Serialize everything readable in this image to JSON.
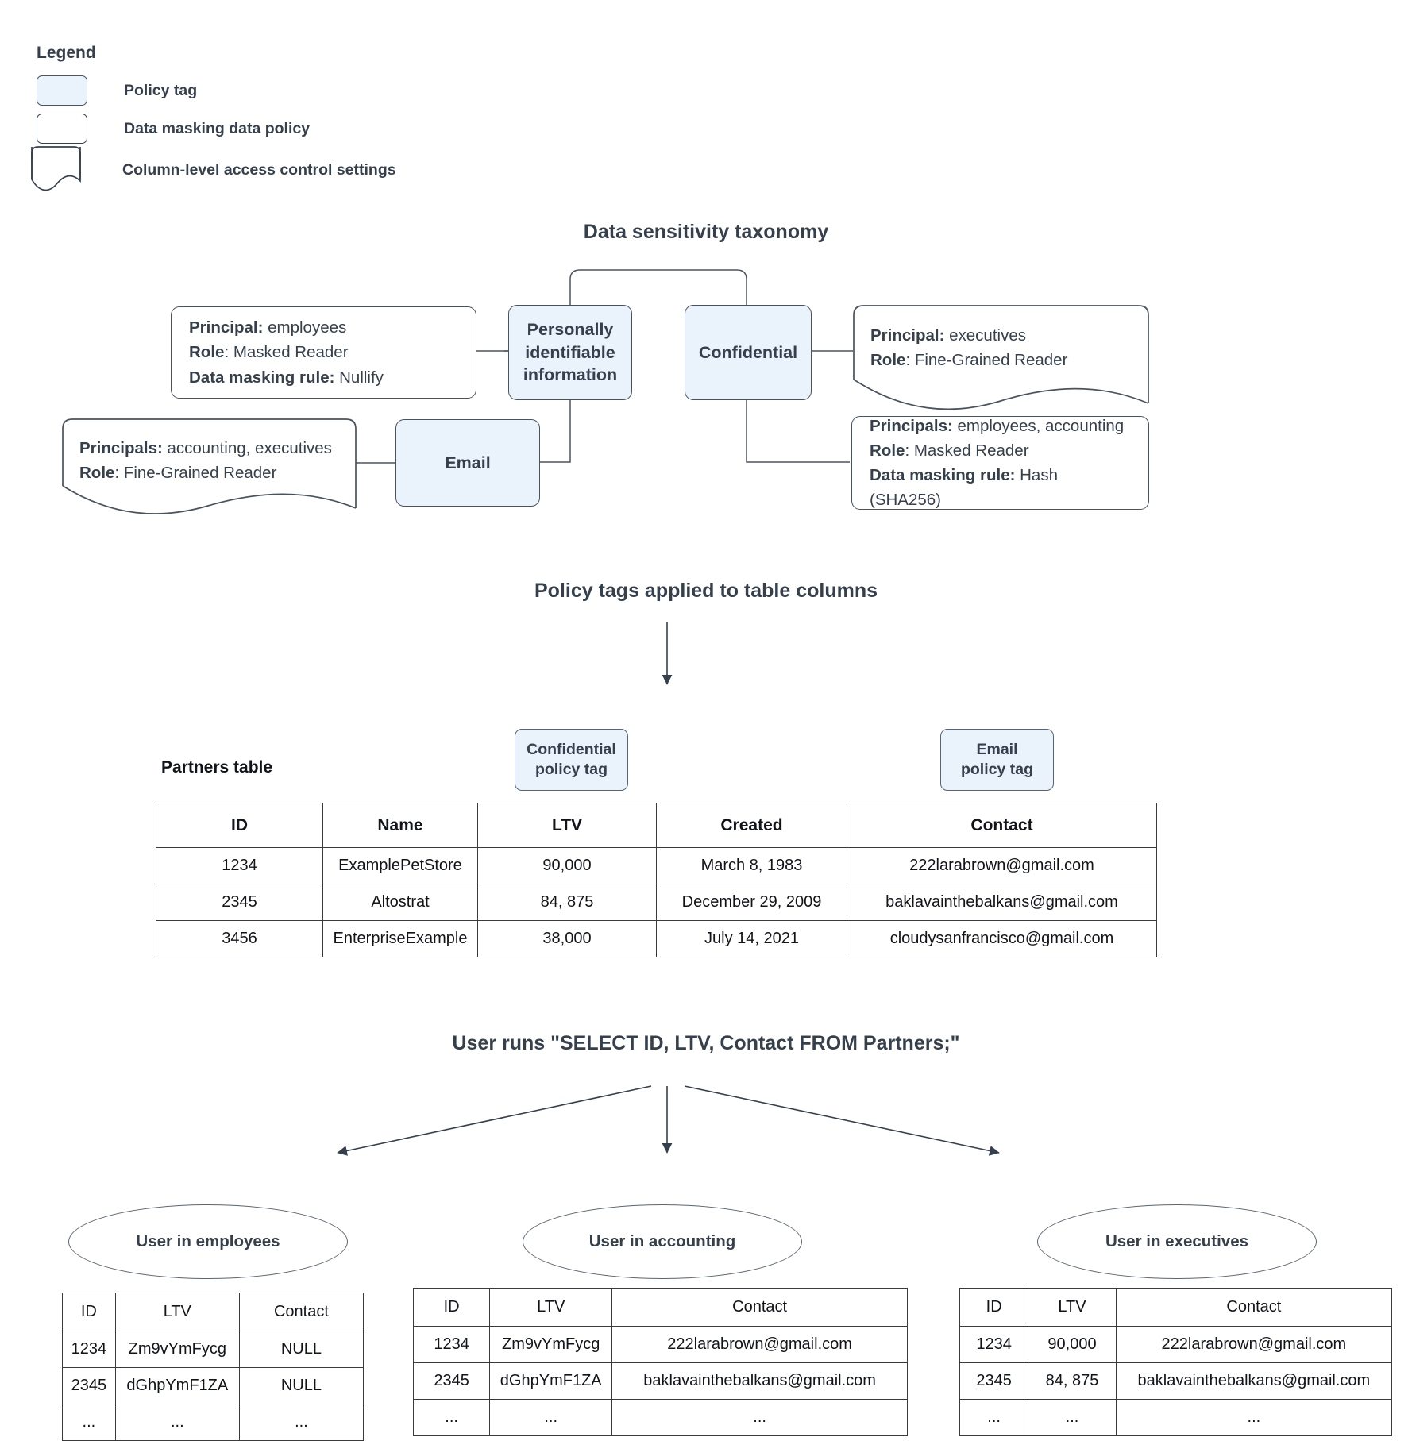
{
  "legend": {
    "title": "Legend",
    "items": [
      {
        "label": "Policy tag",
        "swatch": "policy-tag"
      },
      {
        "label": "Data masking data policy",
        "swatch": "data-masking-policy"
      },
      {
        "label": "Column-level access control settings",
        "swatch": "column-access-control"
      }
    ]
  },
  "taxonomy": {
    "title": "Data sensitivity taxonomy",
    "tags": {
      "pii": "Personally identifiable information",
      "confidential": "Confidential",
      "email": "Email"
    },
    "policies": {
      "pii_masking": {
        "line1_label": "Principal:",
        "line1_value": " employees",
        "line2_label": "Role",
        "line2_value": ": Masked Reader",
        "line3_label": "Data masking rule:",
        "line3_value": " Nullify"
      },
      "email_access": {
        "line1_label": "Principals:",
        "line1_value": " accounting, executives",
        "line2_label": "Role",
        "line2_value": ": Fine-Grained Reader"
      },
      "confidential_access": {
        "line1_label": "Principal:",
        "line1_value": " executives",
        "line2_label": "Role",
        "line2_value": ": Fine-Grained Reader"
      },
      "confidential_masking": {
        "line1_label": "Principals:",
        "line1_value": " employees, accounting",
        "line2_label": "Role",
        "line2_value": ": Masked Reader",
        "line3_label": "Data masking rule:",
        "line3_value": " Hash (SHA256)"
      }
    }
  },
  "applied": {
    "title": "Policy tags applied to table columns",
    "table_label": "Partners table",
    "tag_confidential": "Confidential\npolicy tag",
    "tag_confidential_l1": "Confidential",
    "tag_confidential_l2": "policy tag",
    "tag_email_l1": "Email",
    "tag_email_l2": "policy tag",
    "columns": [
      "ID",
      "Name",
      "LTV",
      "Created",
      "Contact"
    ],
    "rows": [
      [
        "1234",
        "ExamplePetStore",
        "90,000",
        "March 8, 1983",
        "222larabrown@gmail.com"
      ],
      [
        "2345",
        "Altostrat",
        "84, 875",
        "December 29, 2009",
        "baklavainthebalkans@gmail.com"
      ],
      [
        "3456",
        "EnterpriseExample",
        "38,000",
        "July 14, 2021",
        "cloudysanfrancisco@gmail.com"
      ]
    ]
  },
  "query": {
    "title": "User runs \"SELECT ID, LTV, Contact FROM Partners;\""
  },
  "results": [
    {
      "persona": "User in employees",
      "columns": [
        "ID",
        "LTV",
        "Contact"
      ],
      "rows": [
        [
          "1234",
          "Zm9vYmFycg",
          "NULL"
        ],
        [
          "2345",
          "dGhpYmF1ZA",
          "NULL"
        ],
        [
          "...",
          "...",
          "..."
        ]
      ]
    },
    {
      "persona": "User in accounting",
      "columns": [
        "ID",
        "LTV",
        "Contact"
      ],
      "rows": [
        [
          "1234",
          "Zm9vYmFycg",
          "222larabrown@gmail.com"
        ],
        [
          "2345",
          "dGhpYmF1ZA",
          "baklavainthebalkans@gmail.com"
        ],
        [
          "...",
          "...",
          "..."
        ]
      ]
    },
    {
      "persona": "User in executives",
      "columns": [
        "ID",
        "LTV",
        "Contact"
      ],
      "rows": [
        [
          "1234",
          "90,000",
          "222larabrown@gmail.com"
        ],
        [
          "2345",
          "84, 875",
          "baklavainthebalkans@gmail.com"
        ],
        [
          "...",
          "...",
          "..."
        ]
      ]
    }
  ],
  "colors": {
    "tag_fill": "#eaf2fc",
    "stroke": "#49525f",
    "text": "#36404d",
    "table_stroke": "#3a3a3a"
  }
}
